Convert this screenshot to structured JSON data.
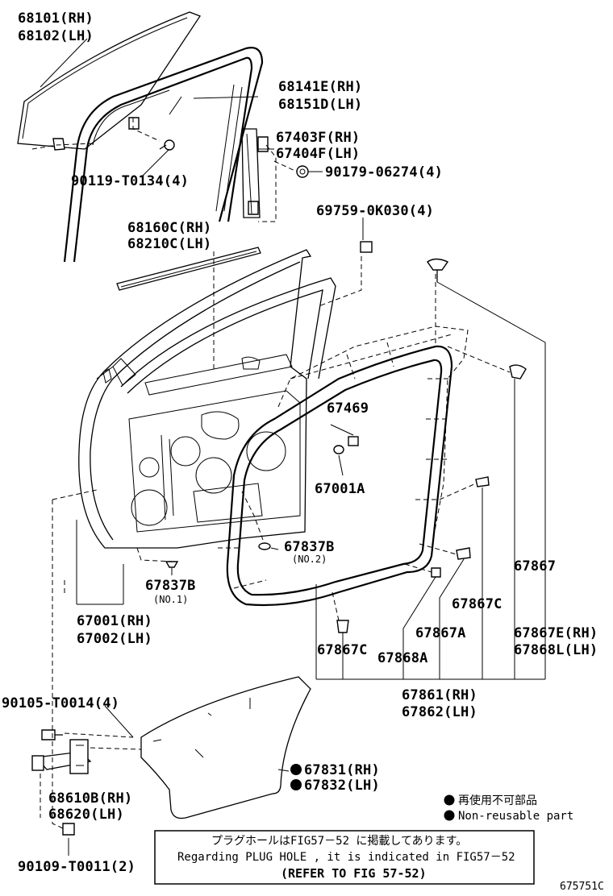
{
  "labels": {
    "glass": [
      "68101(RH)",
      "68102(LH)"
    ],
    "run_channel": [
      "68141E(RH)",
      "68151D(LH)"
    ],
    "sash": [
      "67403F(RH)",
      "67404F(LH)"
    ],
    "bolt_glass": "90119-T0134(4)",
    "bolt_sash": "90179-06274(4)",
    "clip_top": "69759-0K030(4)",
    "belt_moulding": [
      "68160C(RH)",
      "68210C(LH)"
    ],
    "cushion": "67469",
    "plug_a": "67001A",
    "plug_b2": [
      "67837B",
      "(NO.2)"
    ],
    "plug_b1": [
      "67837B",
      "(NO.1)"
    ],
    "panel": [
      "67001(RH)",
      "67002(LH)"
    ],
    "clip_67867": "67867",
    "clip_67867c_right": "67867C",
    "clip_67867a": "67867A",
    "clip_67867e": [
      "67867E(RH)",
      "67868L(LH)"
    ],
    "clip_67867c_left": "67867C",
    "clip_67868a": "67868A",
    "weatherstrip": [
      "67861(RH)",
      "67862(LH)"
    ],
    "bolt_hinge": "90105-T0014(4)",
    "check": [
      "68610B(RH)",
      "68620(LH)"
    ],
    "bolt_check": "90109-T0011(2)",
    "service_hole_cover": [
      "67831(RH)",
      "67832(LH)"
    ]
  },
  "legend": {
    "line1": "再使用不可部品",
    "line2": "Non-reusable part"
  },
  "note": {
    "line1": "プラグホールはFIG57－52 に掲載してあります。",
    "line2": "Regarding  PLUG HOLE , it is indicated  in  FIG57－52",
    "line3": "(REFER TO FIG 57-52)"
  },
  "figure_code": "675751C"
}
